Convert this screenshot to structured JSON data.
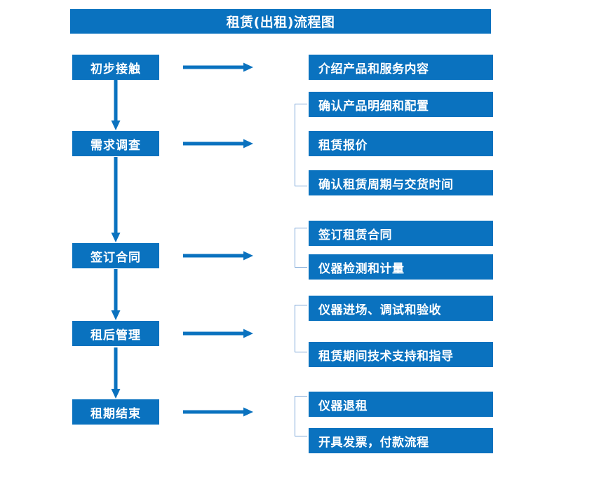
{
  "chart_data": {
    "type": "diagram",
    "title": "租赁(出租)流程图",
    "orientation": "vertical-flow-with-side-details",
    "stages": [
      {
        "stage_label": "初步接触",
        "details": [
          "介绍产品和服务内容"
        ],
        "grouped": false
      },
      {
        "stage_label": "需求调查",
        "details": [
          "确认产品明细和配置",
          "租赁报价",
          "确认租赁周期与交货时间"
        ],
        "grouped": true
      },
      {
        "stage_label": "签订合同",
        "details": [
          "签订租赁合同",
          "仪器检测和计量"
        ],
        "grouped": true
      },
      {
        "stage_label": "租后管理",
        "details": [
          "仪器进场、调试和验收",
          "租赁期间技术支持和指导"
        ],
        "grouped": true
      },
      {
        "stage_label": "租期结束",
        "details": [
          "仪器退租",
          "开具发票，付款流程"
        ],
        "grouped": true
      }
    ]
  },
  "diagram": {
    "title": "租赁(出租)流程图",
    "colors": {
      "box_fill": "#0A72BF",
      "box_text": "#FFFFFF",
      "arrow": "#0A72BF",
      "bracket": "#7FA8D8",
      "background": "#FFFFFF"
    },
    "stages": [
      {
        "label": "初步接触"
      },
      {
        "label": "需求调查"
      },
      {
        "label": "签订合同"
      },
      {
        "label": "租后管理"
      },
      {
        "label": "租期结束"
      }
    ],
    "details": [
      {
        "label": "介绍产品和服务内容"
      },
      {
        "label": "确认产品明细和配置"
      },
      {
        "label": "租赁报价"
      },
      {
        "label": "确认租赁周期与交货时间"
      },
      {
        "label": "签订租赁合同"
      },
      {
        "label": "仪器检测和计量"
      },
      {
        "label": "仪器进场、调试和验收"
      },
      {
        "label": "租赁期间技术支持和指导"
      },
      {
        "label": "仪器退租"
      },
      {
        "label": "开具发票，付款流程"
      }
    ]
  }
}
